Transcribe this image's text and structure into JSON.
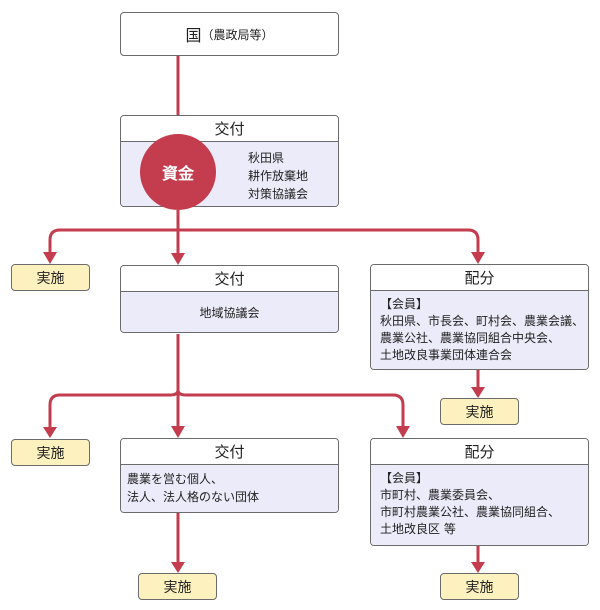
{
  "top": {
    "main": "国",
    "sub": "（農政局等）"
  },
  "level1": {
    "header": "交付",
    "circle": "資金",
    "org_lines": [
      "秋田県",
      "耕作放棄地",
      "対策協議会"
    ]
  },
  "level2": {
    "jishi": "実施",
    "center": {
      "header": "交付",
      "body": "地域協議会"
    },
    "right": {
      "header": "配分",
      "lines": [
        "【会員】",
        "秋田県、市長会、町村会、農業会議、",
        "農業公社、農業協同組合中央会、",
        "土地改良事業団体連合会"
      ],
      "jishi": "実施"
    }
  },
  "level3": {
    "jishi": "実施",
    "center": {
      "header": "交付",
      "lines": [
        "農業を営む個人、",
        "法人、法人格のない団体"
      ],
      "jishi": "実施"
    },
    "right": {
      "header": "配分",
      "lines": [
        "【会員】",
        "市町村、農業委員会、",
        "市町村農業公社、農業協同組合、",
        "土地改良区 等"
      ],
      "jishi": "実施"
    }
  },
  "colors": {
    "arrow": "#c43d4e",
    "body_fill": "#ecebf9",
    "jishi_fill": "#fdf2bf"
  }
}
